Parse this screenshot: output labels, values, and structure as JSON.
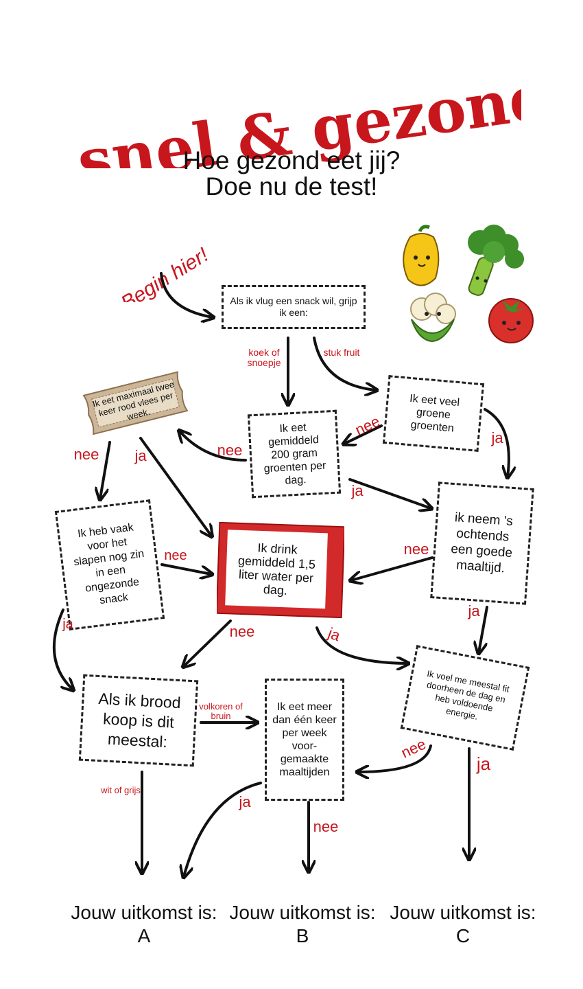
{
  "header": {
    "title": "snel & gezond!",
    "subtitle_line1": "Hoe gezond eet jij?",
    "subtitle_line2": "Doe nu de test!"
  },
  "start_label": "Begin hier!",
  "boxes": {
    "snack": "Als ik vlug een snack wil, grijp ik een:",
    "red_meat": "Ik eet maximaal twee keer rood vlees per week.",
    "groenten_200": "Ik eet gemiddeld 200 gram groenten per dag.",
    "groene_groenten": "Ik eet veel groene groenten",
    "late_snack": "Ik heb vaak voor het slapen nog zin in een ongezonde snack",
    "water": "Ik drink gemiddeld 1,5 liter water per dag.",
    "ontbijt": "ik neem 's ochtends een goede maaltijd.",
    "brood": "Als ik brood koop is dit meestal:",
    "voorgemaakt": "Ik eet meer dan één keer per week voor-gemaakte maaltijden",
    "fit": "Ik voel me meestal fit doorheen de dag en heb voldoende energie."
  },
  "labels": {
    "koek": "koek of snoepje",
    "fruit": "stuk fruit",
    "nee": "nee",
    "ja": "ja",
    "volkoren": "volkoren of bruin",
    "wit": "wit of grijs"
  },
  "results": {
    "a": "Jouw uitkomst is: A",
    "b": "Jouw uitkomst is: B",
    "c": "Jouw uitkomst is: C"
  },
  "colors": {
    "accent_red": "#c8161d",
    "ticket": "#cdb597",
    "ink": "#111111"
  },
  "icons": [
    "yellow-pepper-icon",
    "broccoli-icon",
    "cauliflower-icon",
    "tomato-icon"
  ]
}
